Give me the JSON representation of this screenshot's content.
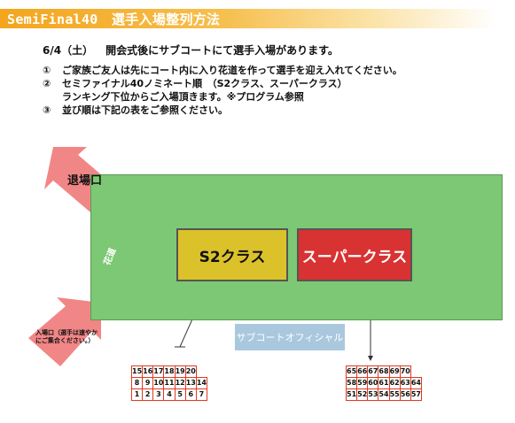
{
  "title": "SemiFinal40　選手入場整列方法",
  "date_line": {
    "date": "6/4（土）",
    "text": "開会式後にサブコートにて選手入場があります。"
  },
  "instructions": [
    {
      "num": "①",
      "text": "ご家族ご友人は先にコート内に入り花道を作って選手を迎え入れてください。"
    },
    {
      "num": "②",
      "text": "セミファイナル40ノミネート順　（S2クラス、スーパークラス）"
    },
    {
      "num": "",
      "text": "ランキング下位からご入場頂きます。※プログラム参照"
    },
    {
      "num": "③",
      "text": "並び順は下記の表をご参照ください。"
    }
  ],
  "diagram": {
    "exit_label": "退場口",
    "entrance_label": "入場口（選手は速やかにご集合ください。）",
    "hanamichi_label": "花道",
    "s2_label": "S2クラス",
    "super_label": "スーパークラス",
    "office_label": "サブコートオフィシャル",
    "colors": {
      "court": "#7cc874",
      "s2": "#dcc22a",
      "super": "#d93232",
      "office": "#a9c8de",
      "arrow": "#f08080",
      "grid_border": "#e03a1e"
    }
  },
  "s2_grid": [
    [
      "15",
      "16",
      "17",
      "18",
      "19",
      "20",
      ""
    ],
    [
      "8",
      "9",
      "10",
      "11",
      "12",
      "13",
      "14"
    ],
    [
      "1",
      "2",
      "3",
      "4",
      "5",
      "6",
      "7"
    ]
  ],
  "super_grid": [
    [
      "65",
      "66",
      "67",
      "68",
      "69",
      "70",
      ""
    ],
    [
      "58",
      "59",
      "60",
      "61",
      "62",
      "63",
      "64"
    ],
    [
      "51",
      "52",
      "53",
      "54",
      "55",
      "56",
      "57"
    ]
  ]
}
